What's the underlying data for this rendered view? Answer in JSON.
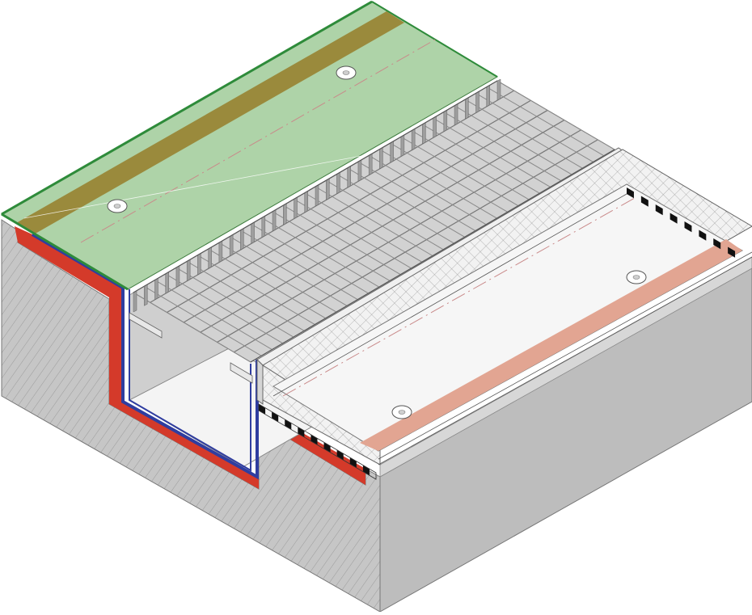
{
  "colors": {
    "background": "#ffffff",
    "concrete_side": "#bdbdbd",
    "concrete_top": "#e6e6e6",
    "hatch": "#9a9a9a",
    "waterproofing": "#d43a2a",
    "channel_steel": "#2f3da0",
    "green_slab": "#aed3a8",
    "green_edge": "#2e8b3a",
    "olive_strip": "#9a8a3c",
    "grate_bar": "#b5b5b5",
    "grate_dark": "#7a7a7a",
    "white_slab": "#f6f6f6",
    "salmon_strip": "#e2a592",
    "crosshatch": "#8c8c8c",
    "joint_black": "#111111"
  },
  "icons": {
    "anchor_marker": "circle-bolt-icon"
  },
  "fasteners": [
    {
      "name": "green-slab-marker-far",
      "label": ""
    },
    {
      "name": "green-slab-marker-near",
      "label": ""
    },
    {
      "name": "white-slab-marker-far",
      "label": ""
    },
    {
      "name": "white-slab-marker-near",
      "label": ""
    }
  ]
}
